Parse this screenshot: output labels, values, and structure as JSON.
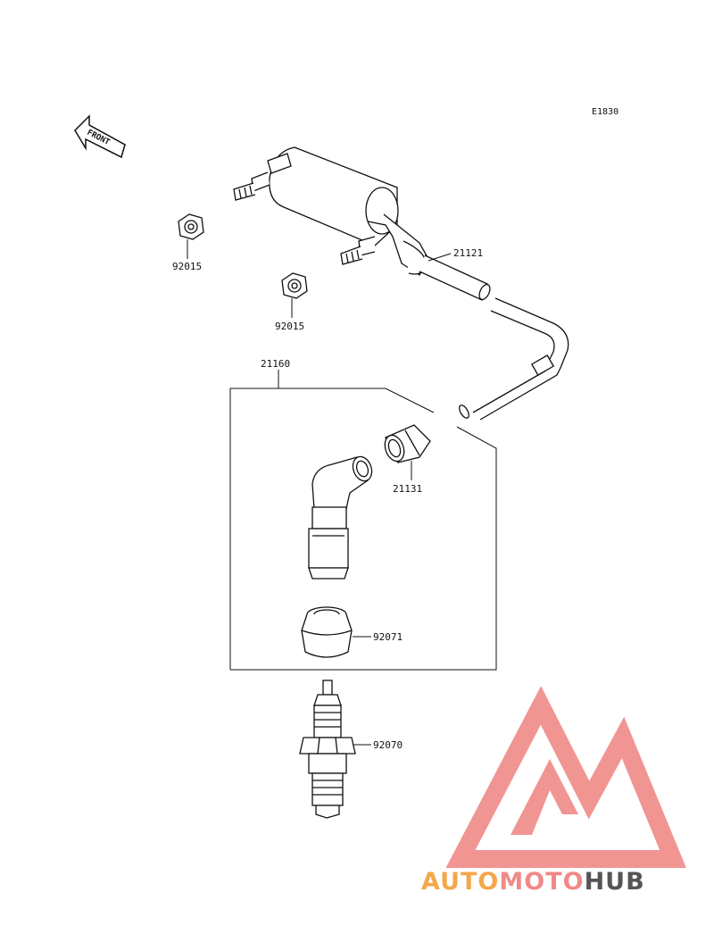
{
  "diagram": {
    "code": "E1830",
    "direction_label": "FRONT",
    "parts": [
      {
        "number": "92015",
        "name": "nut-upper"
      },
      {
        "number": "92015",
        "name": "nut-lower"
      },
      {
        "number": "21121",
        "name": "ignition-coil"
      },
      {
        "number": "21160",
        "name": "plug-cap-assembly"
      },
      {
        "number": "21131",
        "name": "cap-seal"
      },
      {
        "number": "92071",
        "name": "rubber-boot"
      },
      {
        "number": "92070",
        "name": "spark-plug"
      }
    ]
  },
  "watermark": {
    "part1": "AUTO",
    "part2": "MOTO",
    "part3": "HUB",
    "colors": {
      "auto": "#f4a84a",
      "moto": "#f08a88",
      "hub": "#555555",
      "logo": "#f08a88"
    }
  }
}
